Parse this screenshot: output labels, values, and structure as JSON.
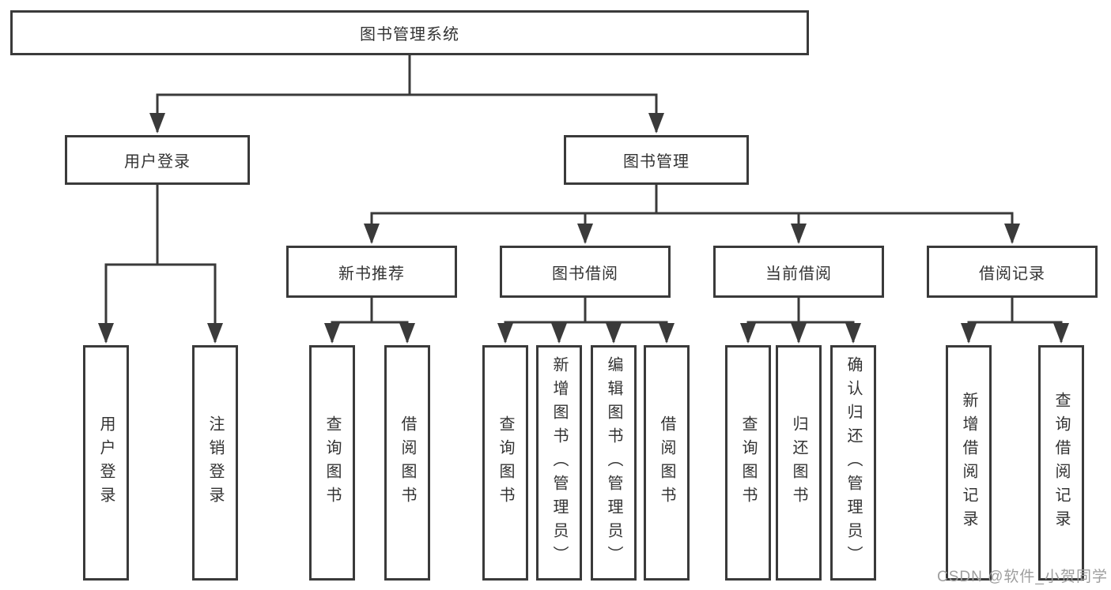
{
  "diagram": {
    "type": "hierarchy",
    "colors": {
      "line": "#3a3a3a",
      "box_border": "#3a3a3a",
      "text": "#333333",
      "watermark": "#9e9e9e",
      "background": "#ffffff"
    },
    "tree": {
      "label": "图书管理系统",
      "children": [
        {
          "label": "用户登录",
          "children": [
            {
              "label": "用户登录"
            },
            {
              "label": "注销登录"
            }
          ]
        },
        {
          "label": "图书管理",
          "children": [
            {
              "label": "新书推荐",
              "children": [
                {
                  "label": "查询图书"
                },
                {
                  "label": "借阅图书"
                }
              ]
            },
            {
              "label": "图书借阅",
              "children": [
                {
                  "label": "查询图书"
                },
                {
                  "label": "新增图书（管理员）"
                },
                {
                  "label": "编辑图书（管理员）"
                },
                {
                  "label": "借阅图书"
                }
              ]
            },
            {
              "label": "当前借阅",
              "children": [
                {
                  "label": "查询图书"
                },
                {
                  "label": "归还图书"
                },
                {
                  "label": "确认归还（管理员）"
                }
              ]
            },
            {
              "label": "借阅记录",
              "children": [
                {
                  "label": "新增借阅记录"
                },
                {
                  "label": "查询借阅记录"
                }
              ]
            }
          ]
        }
      ]
    },
    "watermark": "CSDN @软件_小贺同学"
  }
}
